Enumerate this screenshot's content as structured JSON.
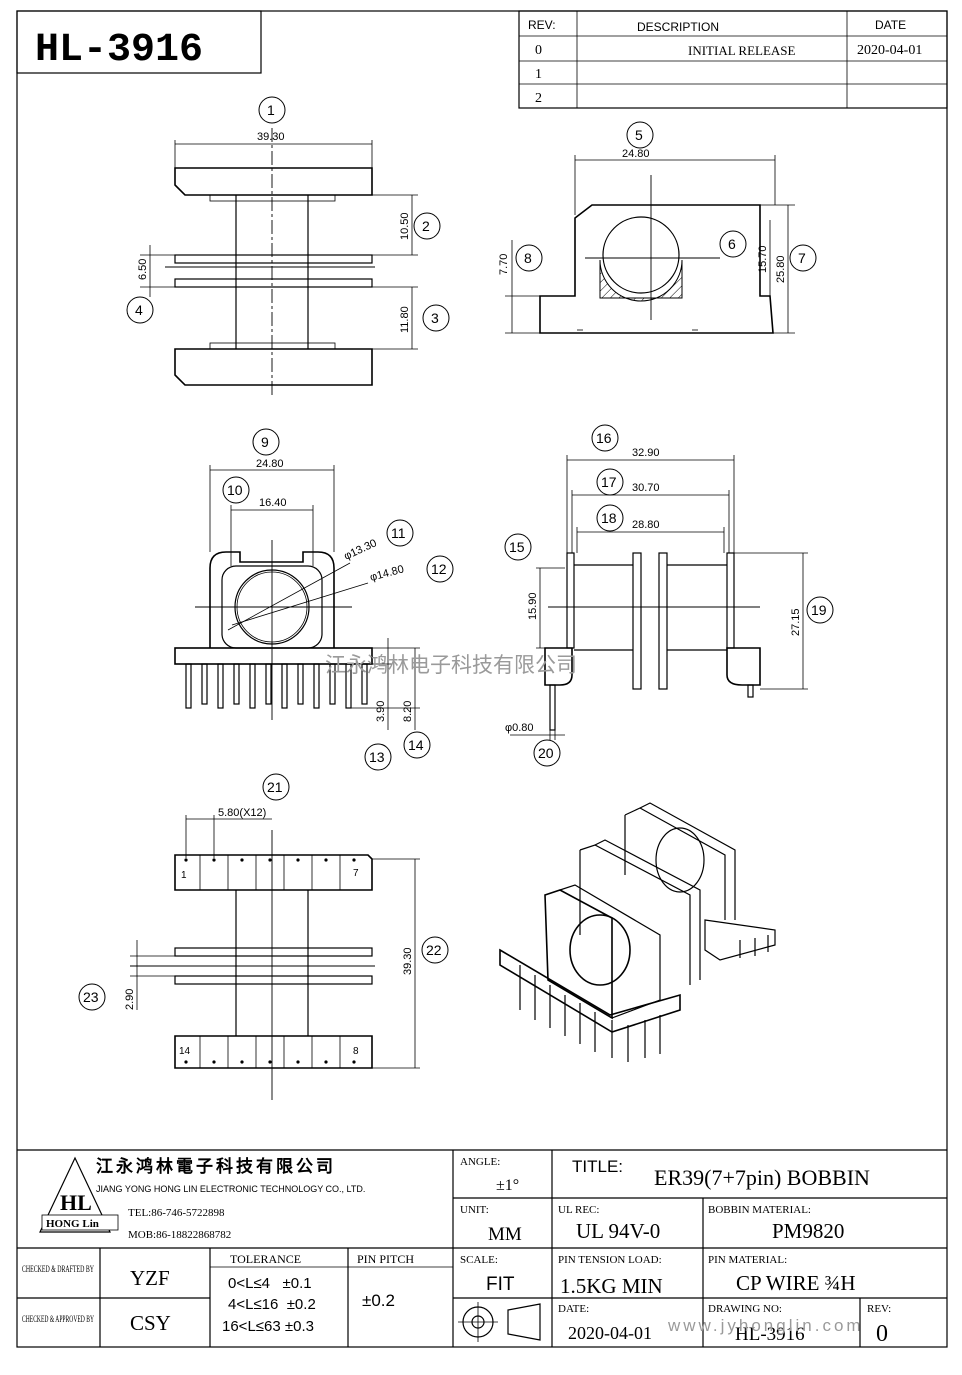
{
  "part_number": "HL-3916",
  "revision_table": {
    "headers": {
      "rev": "REV:",
      "description": "DESCRIPTION",
      "date": "DATE"
    },
    "rows": [
      {
        "rev": "0",
        "description": "INITIAL RELEASE",
        "date": "2020-04-01"
      },
      {
        "rev": "1",
        "description": "",
        "date": ""
      },
      {
        "rev": "2",
        "description": "",
        "date": ""
      }
    ]
  },
  "dimensions": {
    "d1": "39.30",
    "d2": "10.50",
    "d3": "11.80",
    "d4": "6.50",
    "d5": "24.80",
    "d6": "15.70",
    "d7": "25.80",
    "d8": "7.70",
    "d9": "24.80",
    "d10": "16.40",
    "d11": "φ13.30",
    "d12": "φ14.80",
    "d13": "3.90",
    "d14": "8.20",
    "d15": "15.90",
    "d16": "32.90",
    "d17": "30.70",
    "d18": "28.80",
    "d19": "27.15",
    "d20": "φ0.80",
    "d21": "5.80(X12)",
    "d22": "39.30",
    "d23": "2.90"
  },
  "balloons": [
    "1",
    "2",
    "3",
    "4",
    "5",
    "6",
    "7",
    "8",
    "9",
    "10",
    "11",
    "12",
    "13",
    "14",
    "15",
    "16",
    "17",
    "18",
    "19",
    "20",
    "21",
    "22",
    "23"
  ],
  "pin_labels": {
    "p1": "1",
    "p7": "7",
    "p14": "14",
    "p8": "8"
  },
  "watermark_mid": "江永鸿林电子科技有限公司",
  "watermark_bottom": "www.jyhonglin.com",
  "title_block": {
    "company_cn": "江永鸿林電子科技有限公司",
    "company_en": "JIANG YONG HONG LIN ELECTRONIC TECHNOLOGY CO., LTD.",
    "logo_text": "HL",
    "logo_sub": "HONG Lin",
    "tel": "TEL:86-746-5722898",
    "mob": "MOB:86-18822868782",
    "angle_label": "ANGLE:",
    "angle_value": "±1°",
    "unit_label": "UNIT:",
    "unit_value": "MM",
    "scale_label": "SCALE:",
    "scale_value": "FIT",
    "title_label": "TITLE:",
    "title_value": "ER39(7+7pin) BOBBIN",
    "ul_label": "UL REC:",
    "ul_value": "UL 94V-0",
    "bobbin_material_label": "BOBBIN MATERIAL:",
    "bobbin_material_value": "PM9820",
    "pin_tension_label": "PIN TENSION LOAD:",
    "pin_tension_value": "1.5KG MIN",
    "pin_material_label": "PIN MATERIAL:",
    "pin_material_value": "CP WIRE ¾H",
    "date_label": "DATE:",
    "date_value": "2020-04-01",
    "drawing_no_label": "DRAWING NO:",
    "drawing_no_value": "HL-3916",
    "rev_label": "REV:",
    "rev_value": "0",
    "checked_drafted": "CHECKED & DRAFTED BY",
    "drafted_by": "YZF",
    "checked_approved": "CHECKED & APPROVED BY",
    "approved_by": "CSY",
    "tolerance_label": "TOLERANCE",
    "tolerances": [
      "0<L≤4   ±0.1",
      "4<L≤16  ±0.2",
      "16<L≤63 ±0.3"
    ],
    "pin_pitch_label": "PIN PITCH",
    "pin_pitch_value": "±0.2"
  }
}
